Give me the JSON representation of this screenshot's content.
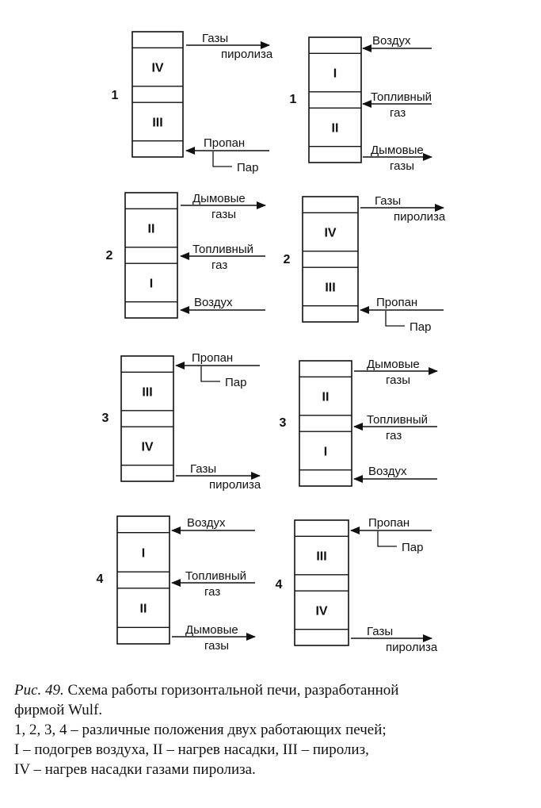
{
  "figure": {
    "panels": [
      {
        "row": 1,
        "side": "left",
        "number": "1",
        "chambers": [
          "IV",
          "III"
        ],
        "arrows": [
          {
            "label": "Газы\nпиролиза",
            "dir": "out"
          },
          {
            "label": "Пропан",
            "dir": "in",
            "branch": "Пар"
          }
        ]
      },
      {
        "row": 1,
        "side": "right",
        "number": "1",
        "chambers": [
          "I",
          "II"
        ],
        "arrows": [
          {
            "label": "Воздух",
            "dir": "in"
          },
          {
            "label": "Топливный\nгаз",
            "dir": "in"
          },
          {
            "label": "Дымовые\nгазы",
            "dir": "out"
          }
        ]
      },
      {
        "row": 2,
        "side": "left",
        "number": "2",
        "chambers": [
          "II",
          "I"
        ],
        "arrows": [
          {
            "label": "Дымовые\nгазы",
            "dir": "out"
          },
          {
            "label": "Топливный\nгаз",
            "dir": "in"
          },
          {
            "label": "Воздух",
            "dir": "in"
          }
        ]
      },
      {
        "row": 2,
        "side": "right",
        "number": "2",
        "chambers": [
          "IV",
          "III"
        ],
        "arrows": [
          {
            "label": "Газы\nпиролиза",
            "dir": "out"
          },
          {
            "label": "Пропан",
            "dir": "in",
            "branch": "Пар"
          }
        ]
      },
      {
        "row": 3,
        "side": "left",
        "number": "3",
        "chambers": [
          "III",
          "IV"
        ],
        "arrows": [
          {
            "label": "Пропан",
            "dir": "in",
            "branch": "Пар"
          },
          {
            "label": "Газы\nпиролиза",
            "dir": "out"
          }
        ]
      },
      {
        "row": 3,
        "side": "right",
        "number": "3",
        "chambers": [
          "II",
          "I"
        ],
        "arrows": [
          {
            "label": "Дымовые\nгазы",
            "dir": "out"
          },
          {
            "label": "Топливный\nгаз",
            "dir": "in"
          },
          {
            "label": "Воздух",
            "dir": "in"
          }
        ]
      },
      {
        "row": 4,
        "side": "left",
        "number": "4",
        "chambers": [
          "I",
          "II"
        ],
        "arrows": [
          {
            "label": "Воздух",
            "dir": "in"
          },
          {
            "label": "Топливный\nгаз",
            "dir": "in"
          },
          {
            "label": "Дымовые\nгазы",
            "dir": "out"
          }
        ]
      },
      {
        "row": 4,
        "side": "right",
        "number": "4",
        "chambers": [
          "III",
          "IV"
        ],
        "arrows": [
          {
            "label": "Пропан",
            "dir": "in",
            "branch": "Пар"
          },
          {
            "label": "Газы\nпиролиза",
            "dir": "out"
          }
        ]
      }
    ]
  },
  "caption": {
    "fig_label": "Рис. 49.",
    "title_line1": "Схема работы горизонтальной печи, разработанной",
    "title_line2": "фирмой Wulf.",
    "line3": "1, 2, 3, 4 – различные положения двух работающих печей;",
    "line4": "I – подогрев воздуха, II – нагрев насадки, III – пиролиз,",
    "line5": "IV – нагрев насадки газами пиролиза."
  },
  "colors": {
    "ink": "#111111",
    "paper": "#ffffff"
  }
}
